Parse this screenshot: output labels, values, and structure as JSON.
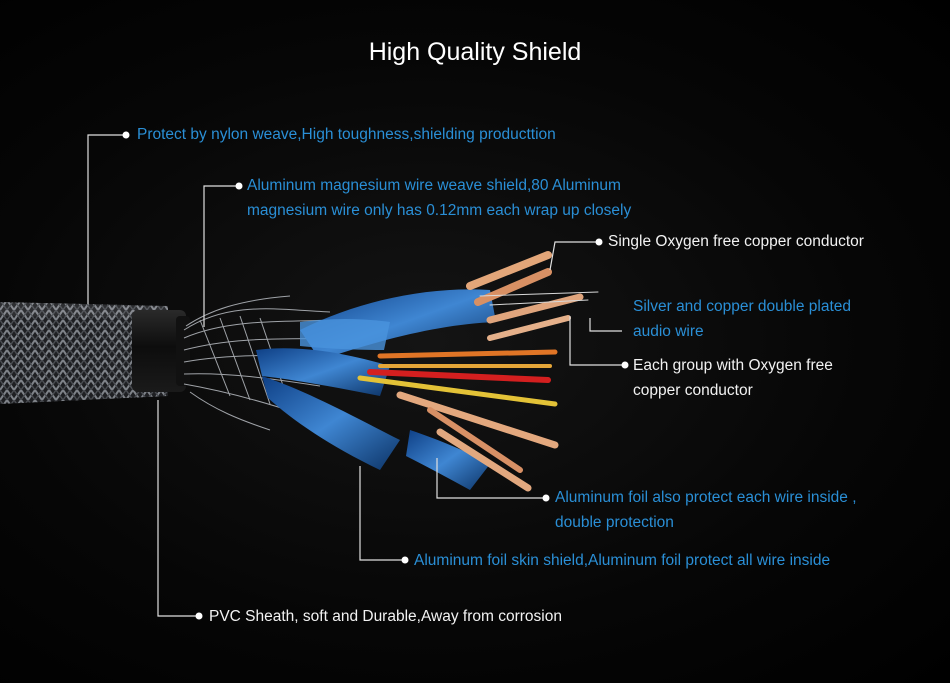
{
  "title": "High Quality Shield",
  "colors": {
    "background": "#050505",
    "label_blue": "#2a8fd6",
    "label_white": "#f2f2f2",
    "leader_line": "#e0e0e0"
  },
  "image": {
    "subject": "Cutaway of a shielded audio cable",
    "parts": [
      "nylon-braid",
      "pvc-sheath",
      "mesh-shield",
      "foil-wraps",
      "copper-conductors"
    ]
  },
  "callouts": {
    "nylon": "Protect by nylon weave,High toughness,shielding producttion",
    "braid_1": "Aluminum magnesium wire weave shield,80 Aluminum",
    "braid_2": "magnesium wire only has 0.12mm each wrap up closely",
    "single_copper": "Single Oxygen free copper conductor",
    "silver_1": "Silver and copper double plated",
    "silver_2": "audio wire",
    "group_1": "Each group with Oxygen free",
    "group_2": "copper conductor",
    "foil_each_1": "Aluminum foil also protect each wire inside ,",
    "foil_each_2": "double protection",
    "foil_skin": "Aluminum foil skin shield,Aluminum foil protect all wire inside",
    "pvc": "PVC Sheath, soft and Durable,Away from corrosion"
  }
}
